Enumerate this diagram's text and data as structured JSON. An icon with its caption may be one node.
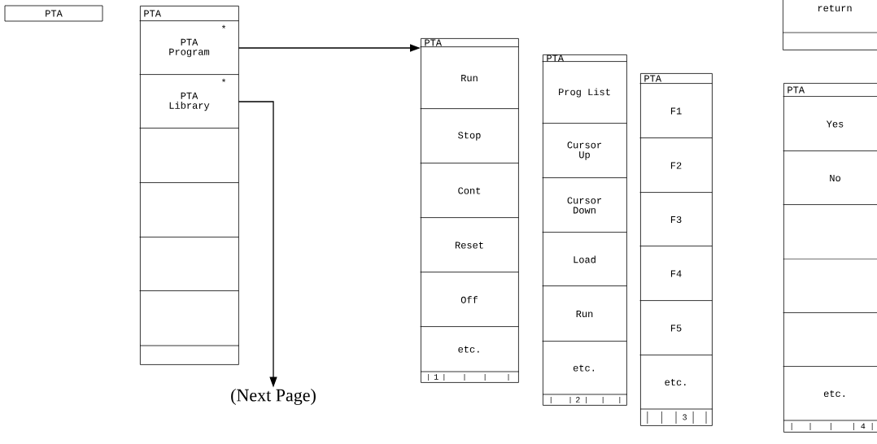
{
  "diagram": {
    "nodes": [
      {
        "text": [
          "PTA"
        ]
      },
      {
        "text": [
          "PTA"
        ]
      },
      {
        "text": [
          "*",
          "PTA Program"
        ],
        "in": 1
      },
      {
        "text": [
          "*",
          "PTA Library"
        ],
        "in": 1
      },
      {
        "text": [],
        "shape": "box",
        "in": 1
      },
      {
        "text": [],
        "shape": "box",
        "in": 1
      },
      {
        "text": [],
        "shape": "box",
        "in": 1
      },
      {
        "text": [],
        "shape": "box",
        "in": 1
      },
      {
        "text": [],
        "shape": "box",
        "in": 1
      },
      {
        "text": [
          "PTA"
        ]
      },
      {
        "text": [
          "Run"
        ],
        "in": 9
      },
      {
        "text": [
          "Stop"
        ],
        "in": 9
      },
      {
        "text": [
          "Cont"
        ],
        "in": 9
      },
      {
        "text": [
          "Reset"
        ],
        "in": 9
      },
      {
        "text": [
          "Off"
        ],
        "in": 9
      },
      {
        "text": [
          "etc."
        ],
        "in": 9
      },
      {
        "text": [
          "1"
        ],
        "in": 9
      },
      {
        "text": [
          "PTA"
        ]
      },
      {
        "text": [
          "Prog List"
        ],
        "in": 17
      },
      {
        "text": [
          "Cursor Up"
        ],
        "in": 17
      },
      {
        "text": [
          "Cursor Down"
        ],
        "in": 17
      },
      {
        "text": [
          "Load"
        ],
        "in": 17
      },
      {
        "text": [
          "Run"
        ],
        "in": 17
      },
      {
        "text": [
          "etc."
        ],
        "in": 17
      },
      {
        "text": [
          "2"
        ],
        "in": 17
      },
      {
        "text": [
          "PTA"
        ]
      },
      {
        "text": [
          "F1"
        ],
        "in": 25
      },
      {
        "text": [
          "F2"
        ],
        "in": 25
      },
      {
        "text": [
          "F3"
        ],
        "in": 25
      },
      {
        "text": [
          "F4"
        ],
        "in": 25
      },
      {
        "text": [
          "F5"
        ],
        "in": 25
      },
      {
        "text": [
          "etc."
        ],
        "in": 25
      },
      {
        "text": [
          "3"
        ],
        "in": 25
      },
      {
        "text": [],
        "shape": "box"
      },
      {
        "text": [
          "return"
        ],
        "in": 33
      },
      {
        "text": [],
        "shape": "box",
        "in": 33
      },
      {
        "text": [
          "PTA"
        ]
      },
      {
        "text": [
          "Yes"
        ],
        "in": 36
      },
      {
        "text": [
          "No"
        ],
        "in": 36
      },
      {
        "text": [],
        "shape": "box",
        "in": 36
      },
      {
        "text": [],
        "shape": "box",
        "in": 36
      },
      {
        "text": [],
        "shape": "box",
        "in": 36
      },
      {
        "text": [
          "etc."
        ],
        "in": 36
      },
      {
        "text": [
          "4"
        ],
        "in": 36
      },
      {
        "text": [
          "(Next Page)"
        ]
      }
    ],
    "edges": [
      {
        "from": 2,
        "to": 9,
        "arrow": "to"
      },
      {
        "from": 3,
        "to": 44,
        "arrow": "to"
      }
    ]
  }
}
